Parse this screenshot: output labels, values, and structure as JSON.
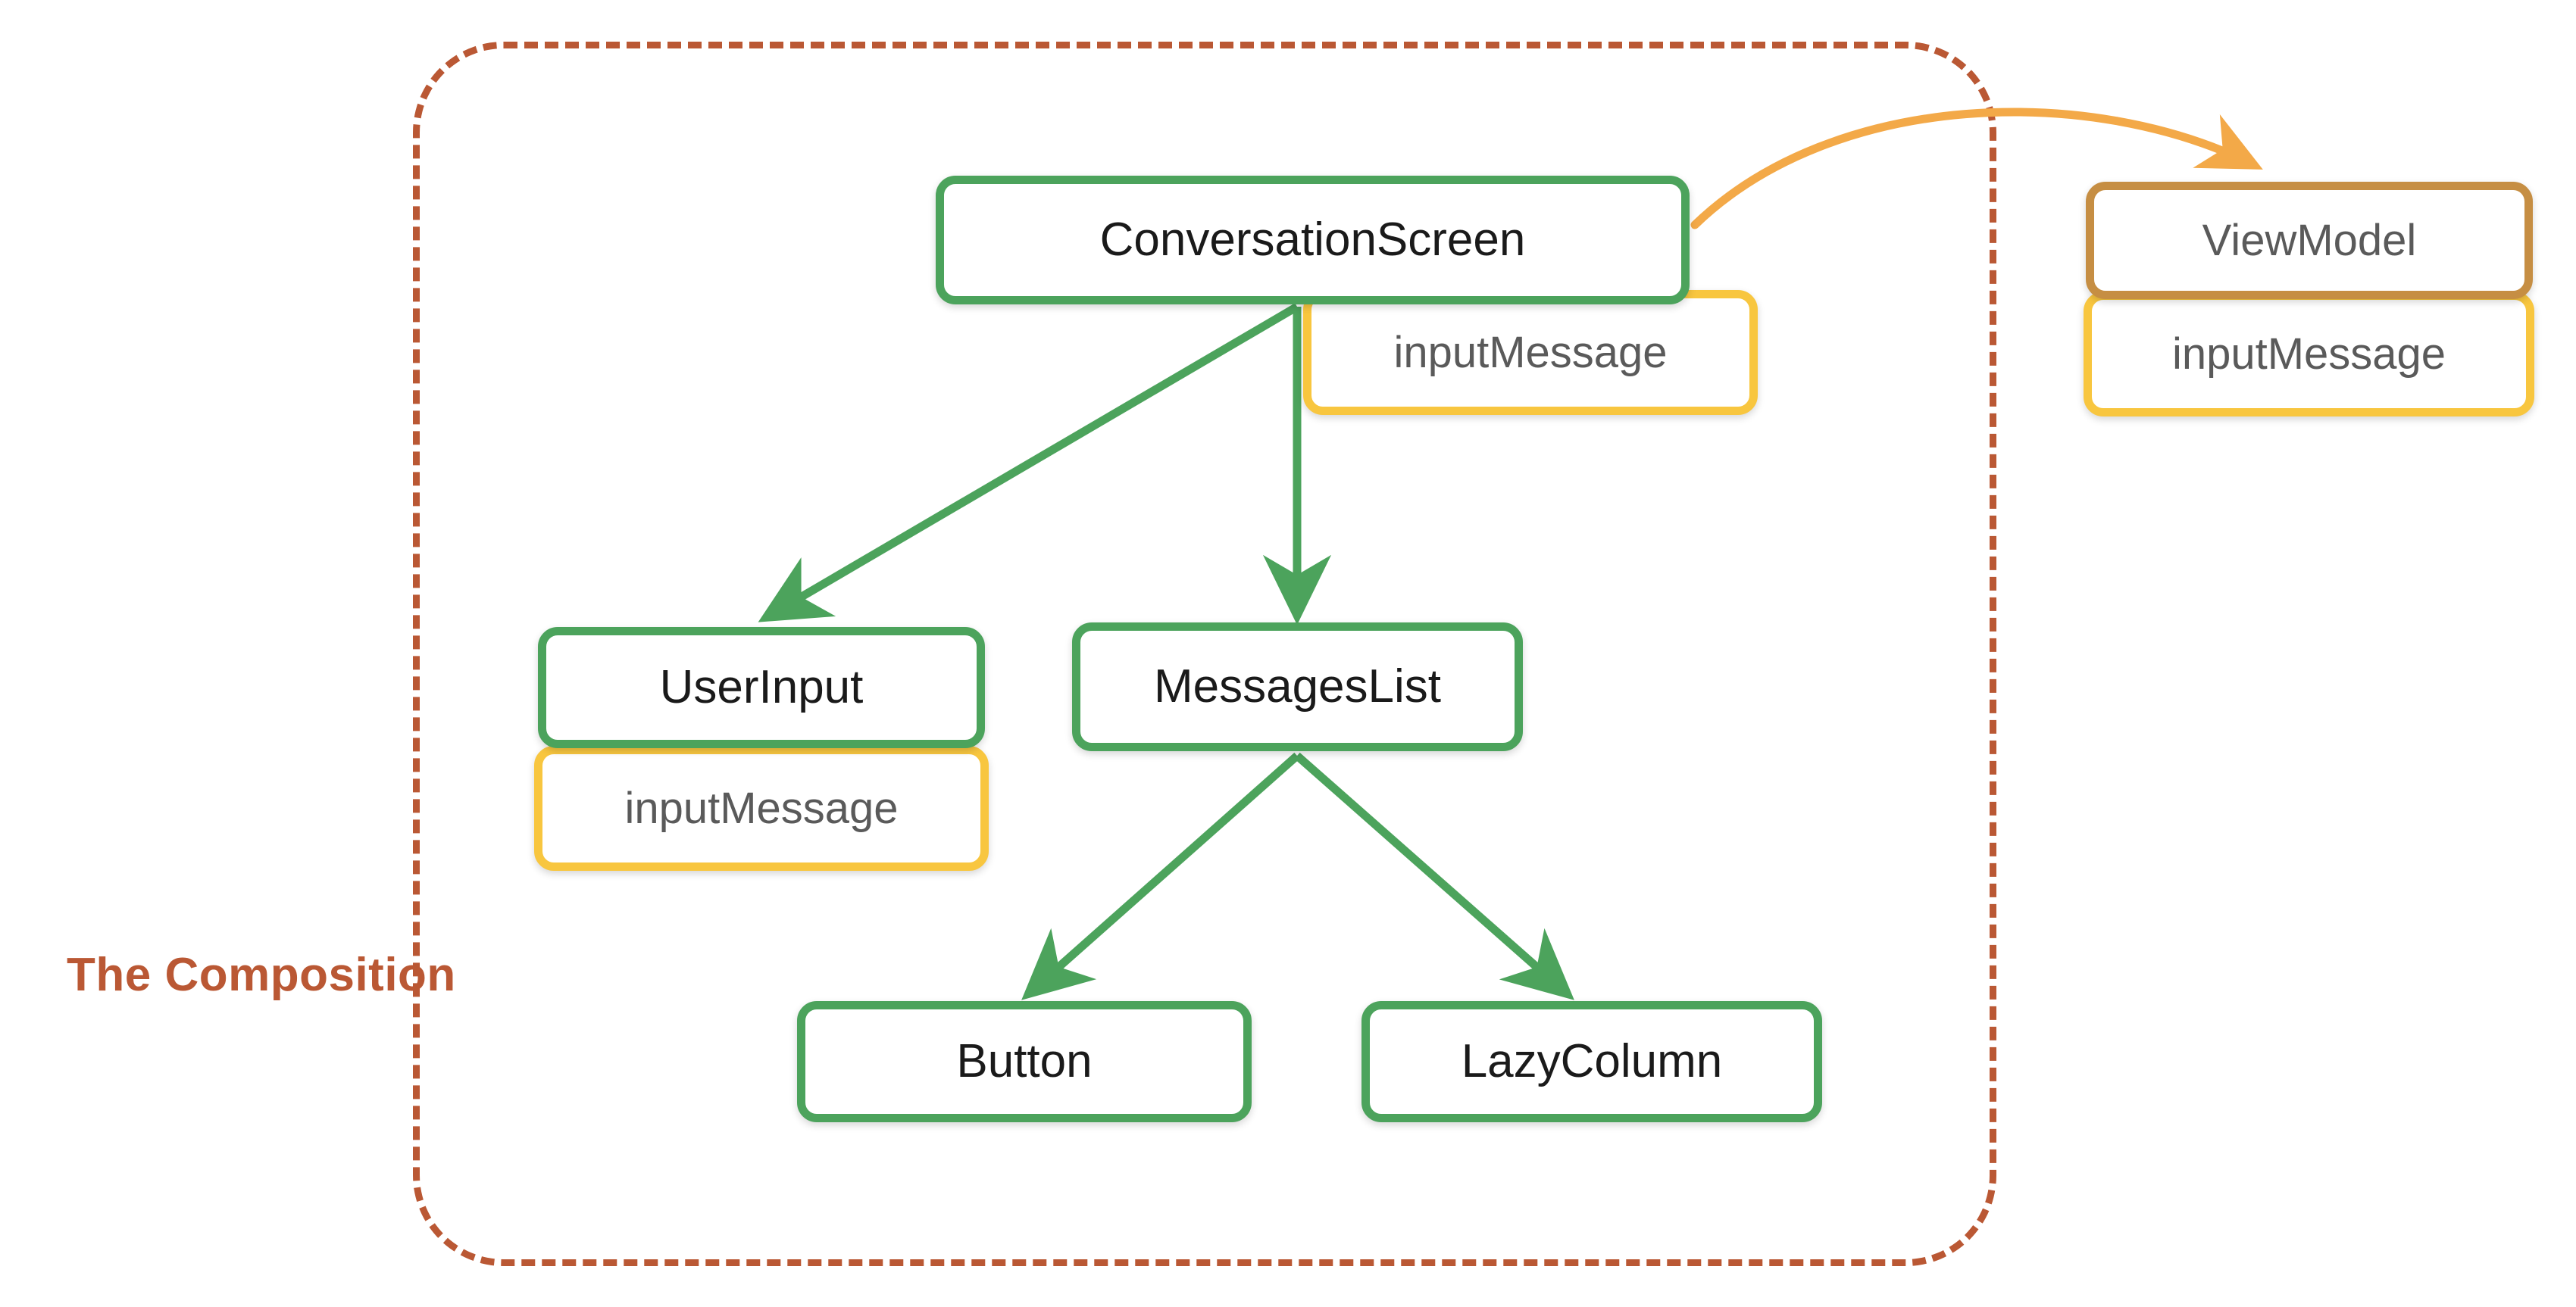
{
  "diagram": {
    "title": "The Composition",
    "region_label": "The Composition",
    "background_color": "#ffffff",
    "colors": {
      "composable_border": "#4CA35C",
      "state_border": "#F8C63F",
      "viewmodel_border": "#C68E43",
      "composition_boundary": "#BA5834",
      "arrow_green": "#4CA35C",
      "arrow_orange": "#F3A948",
      "node_label_dark": "#1a1a1a",
      "node_label_gray": "#5a5a5a"
    }
  },
  "nodes": {
    "conversation_screen": {
      "label": "ConversationScreen",
      "kind": "composable"
    },
    "conversation_screen_state": {
      "label": "inputMessage",
      "kind": "state"
    },
    "view_model": {
      "label": "ViewModel",
      "kind": "viewmodel"
    },
    "view_model_state": {
      "label": "inputMessage",
      "kind": "state"
    },
    "user_input": {
      "label": "UserInput",
      "kind": "composable"
    },
    "user_input_state": {
      "label": "inputMessage",
      "kind": "state"
    },
    "messages_list": {
      "label": "MessagesList",
      "kind": "composable"
    },
    "button": {
      "label": "Button",
      "kind": "composable"
    },
    "lazy_column": {
      "label": "LazyColumn",
      "kind": "composable"
    }
  },
  "edges": [
    {
      "from": "conversation_screen",
      "to": "user_input",
      "color": "#4CA35C",
      "style": "solid"
    },
    {
      "from": "conversation_screen",
      "to": "messages_list",
      "color": "#4CA35C",
      "style": "solid"
    },
    {
      "from": "conversation_screen",
      "to": "view_model",
      "color": "#F3A948",
      "style": "curved"
    },
    {
      "from": "messages_list",
      "to": "button",
      "color": "#4CA35C",
      "style": "solid"
    },
    {
      "from": "messages_list",
      "to": "lazy_column",
      "color": "#4CA35C",
      "style": "solid"
    }
  ]
}
